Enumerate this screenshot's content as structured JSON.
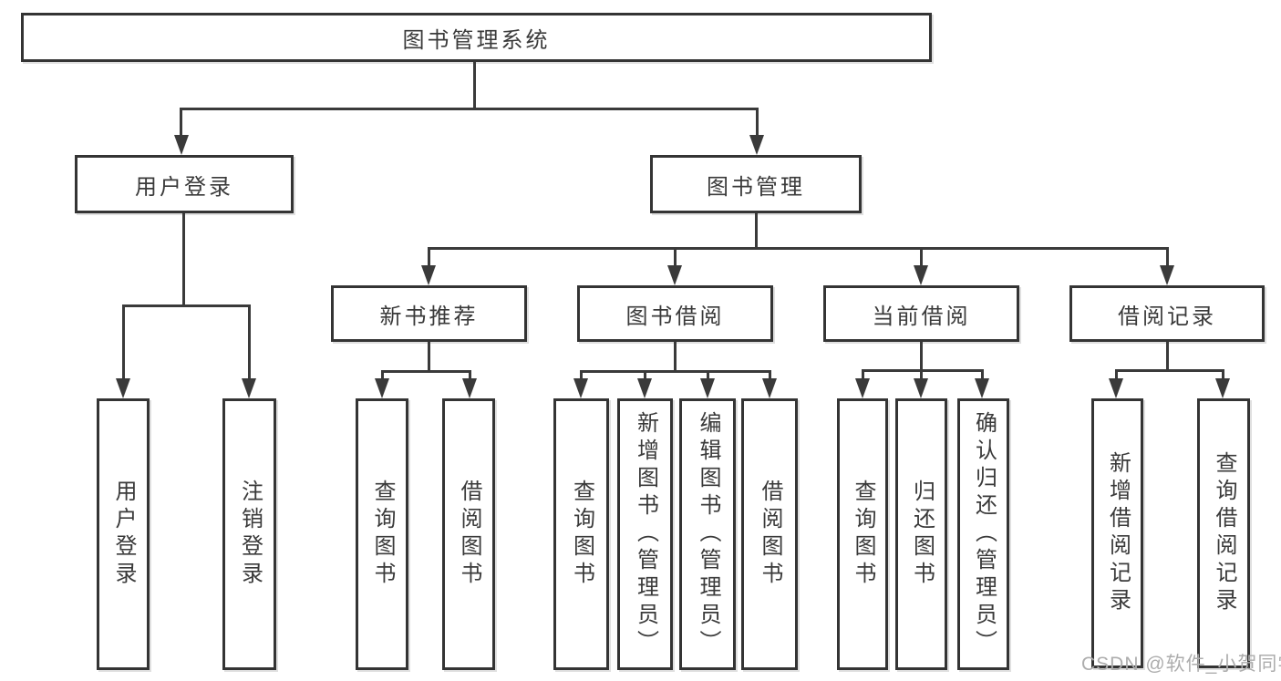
{
  "nodes": {
    "root": {
      "label": "图书管理系统"
    },
    "user_login": {
      "label": "用户登录"
    },
    "book_mgmt": {
      "label": "图书管理"
    },
    "new_book_rec": {
      "label": "新书推荐"
    },
    "book_borrow": {
      "label": "图书借阅"
    },
    "current_borrow": {
      "label": "当前借阅"
    },
    "borrow_record": {
      "label": "借阅记录"
    },
    "l_user_login": {
      "label": "用户登录"
    },
    "l_logout": {
      "label": "注销登录"
    },
    "l_nbr_query": {
      "label": "查询图书"
    },
    "l_nbr_borrow": {
      "label": "借阅图书"
    },
    "l_bb_query": {
      "label": "查询图书"
    },
    "l_bb_add": {
      "label": "新增图书（管理员）"
    },
    "l_bb_edit": {
      "label": "编辑图书（管理员）"
    },
    "l_bb_borrow": {
      "label": "借阅图书"
    },
    "l_cb_query": {
      "label": "查询图书"
    },
    "l_cb_return": {
      "label": "归还图书"
    },
    "l_cb_confirm": {
      "label": "确认归还（管理员）"
    },
    "l_br_add": {
      "label": "新增借阅记录"
    },
    "l_br_query": {
      "label": "查询借阅记录"
    }
  },
  "edges": [
    {
      "from": "root",
      "to": "user_login"
    },
    {
      "from": "root",
      "to": "book_mgmt"
    },
    {
      "from": "user_login",
      "to": "l_user_login"
    },
    {
      "from": "user_login",
      "to": "l_logout"
    },
    {
      "from": "book_mgmt",
      "to": "new_book_rec"
    },
    {
      "from": "book_mgmt",
      "to": "book_borrow"
    },
    {
      "from": "book_mgmt",
      "to": "current_borrow"
    },
    {
      "from": "book_mgmt",
      "to": "borrow_record"
    },
    {
      "from": "new_book_rec",
      "to": "l_nbr_query"
    },
    {
      "from": "new_book_rec",
      "to": "l_nbr_borrow"
    },
    {
      "from": "book_borrow",
      "to": "l_bb_query"
    },
    {
      "from": "book_borrow",
      "to": "l_bb_add"
    },
    {
      "from": "book_borrow",
      "to": "l_bb_edit"
    },
    {
      "from": "book_borrow",
      "to": "l_bb_borrow"
    },
    {
      "from": "current_borrow",
      "to": "l_cb_query"
    },
    {
      "from": "current_borrow",
      "to": "l_cb_return"
    },
    {
      "from": "current_borrow",
      "to": "l_cb_confirm"
    },
    {
      "from": "borrow_record",
      "to": "l_br_add"
    },
    {
      "from": "borrow_record",
      "to": "l_br_query"
    }
  ],
  "watermark": {
    "text": "CSDN @软件_小贺同学"
  },
  "colors": {
    "background": "#ffffff",
    "box_border": "#343434",
    "connector_line": "#3a3a3a",
    "text": "#3a3a3a",
    "watermark_text": "#adadad"
  }
}
